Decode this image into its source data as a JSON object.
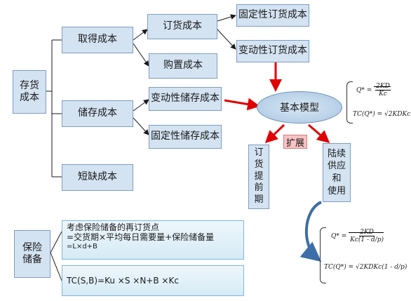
{
  "nodes": {
    "root": [
      "存货",
      "成本"
    ],
    "acquire": "取得成本",
    "order_cost": "订货成本",
    "fixed_order": "固定性订货成本",
    "variable_order": "变动性订货成本",
    "purchase": "购置成本",
    "storage": "储存成本",
    "variable_storage": "变动性储存成本",
    "fixed_storage": "固定性储存成本",
    "shortage": "短缺成本",
    "basic_model": "基本模型",
    "extension": "扩展",
    "lead_time": [
      "订",
      "货",
      "提",
      "前",
      "期"
    ],
    "continuous": [
      "陆续",
      "供应",
      "和",
      "使用"
    ],
    "safety": [
      "保险",
      "储备"
    ]
  },
  "safety_text": {
    "line1": "考虑保险储备的再订货点",
    "line2": "=交货期×平均每日需要量+保险储备量",
    "line3": "=L×d+B",
    "cost_formula": "TC(S,B)=Ku ×S ×N+B ×Kc"
  },
  "formulas": {
    "basic_q": "Q* =",
    "basic_q_num": "2KD",
    "basic_q_den": "Kc",
    "basic_tc": "TC(Q*) = √2KDKc",
    "cont_q": "Q* =",
    "cont_q_num": "2KD",
    "cont_q_den": "Kc(1 - d/p)",
    "cont_tc": "TC(Q*) = √2KDKc(1 - d/p)"
  },
  "colors": {
    "box_fill": "#d4e3f2",
    "arrow_red": "#e00000",
    "arrow_blue": "#3e6ea8"
  }
}
